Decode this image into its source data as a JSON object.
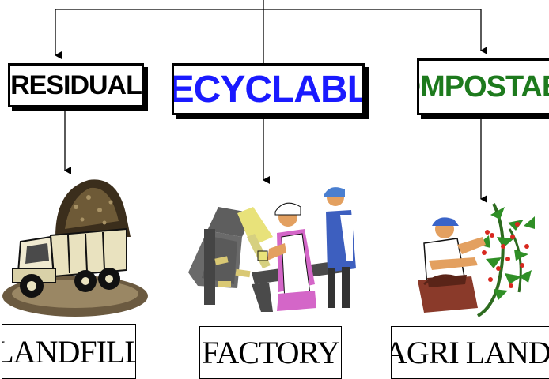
{
  "categories": {
    "residual": {
      "label": "RESIDUAL",
      "color": "#000000"
    },
    "recyclable": {
      "label": "RECYCLABLE",
      "color": "#1a1aff"
    },
    "compostable": {
      "label": "COMPOSTABLE",
      "color": "#1d7a1d"
    }
  },
  "destinations": {
    "landfill": {
      "label": "LANDFILL",
      "illustration": "dump-truck"
    },
    "factory": {
      "label": "FACTORY",
      "illustration": "factory-workers"
    },
    "agri_lands": {
      "label": "AGRI LANDS",
      "illustration": "farmer-picking"
    }
  },
  "colors": {
    "line": "#000000",
    "background": "#ffffff"
  }
}
